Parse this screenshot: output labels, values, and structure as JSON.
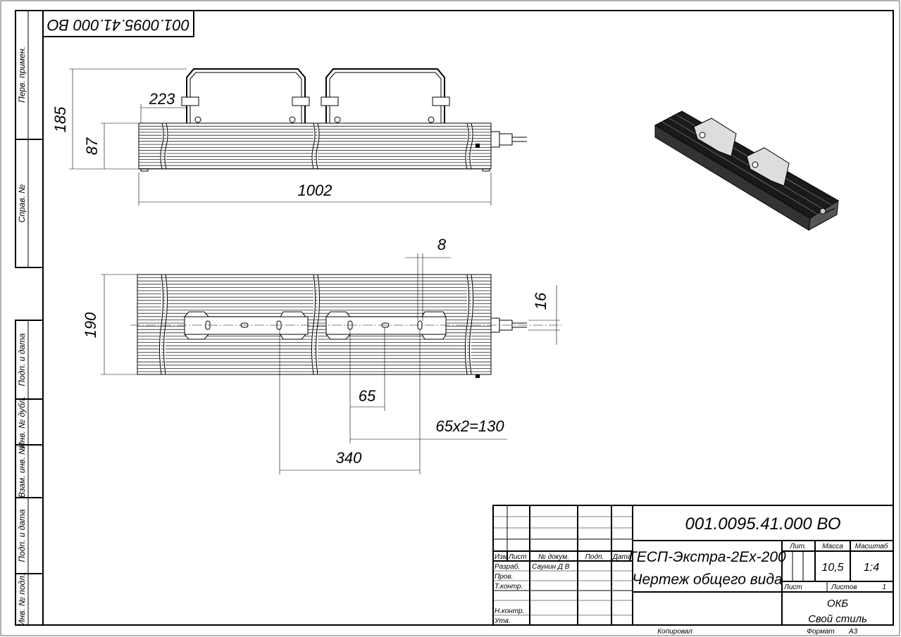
{
  "stamp": {
    "code": "001.0095.41.000 ВО"
  },
  "margin_labels": [
    "Перв. примен.",
    "Справ. №",
    "Подп. и дата",
    "Инв. № дубл.",
    "Взам. инв. №",
    "Подп. и дата",
    "Инв. № подл."
  ],
  "dimensions": {
    "side_length": "1002",
    "side_height_body": "87",
    "side_height_total": "185",
    "bracket_offset": "223",
    "plan_width": "190",
    "plan_slot": "16",
    "plan_hole": "8",
    "plan_pitch": "65",
    "plan_pitch_total": "65x2=130",
    "plan_bracket_spacing": "340"
  },
  "title_block": {
    "designation": "001.0095.41.000 ВО",
    "name_line1": "ГЕСП-Экстра-2Ех-200",
    "name_line2": "Чертеж общего вида",
    "headers": {
      "izm": "Изм",
      "list": "Лист",
      "doc": "№ докум.",
      "sign": "Подп.",
      "date": "Дата"
    },
    "roles": {
      "developer": "Разраб.",
      "checker": "Пров.",
      "tech_control": "Т.контр.",
      "norm_control": "Н.контр.",
      "approved": "Утв."
    },
    "developer_name": "Саунин Д В",
    "lit_label": "Лит.",
    "mass_label": "Масса",
    "scale_label": "Масштаб",
    "mass": "10,5",
    "scale": "1:4",
    "sheet_label": "Лист",
    "sheets_label": "Листов",
    "sheets": "1",
    "org_line1": "ОКБ",
    "org_line2": "Свой стиль",
    "copied_label": "Копировал",
    "format_label": "Формат",
    "format": "А3"
  }
}
